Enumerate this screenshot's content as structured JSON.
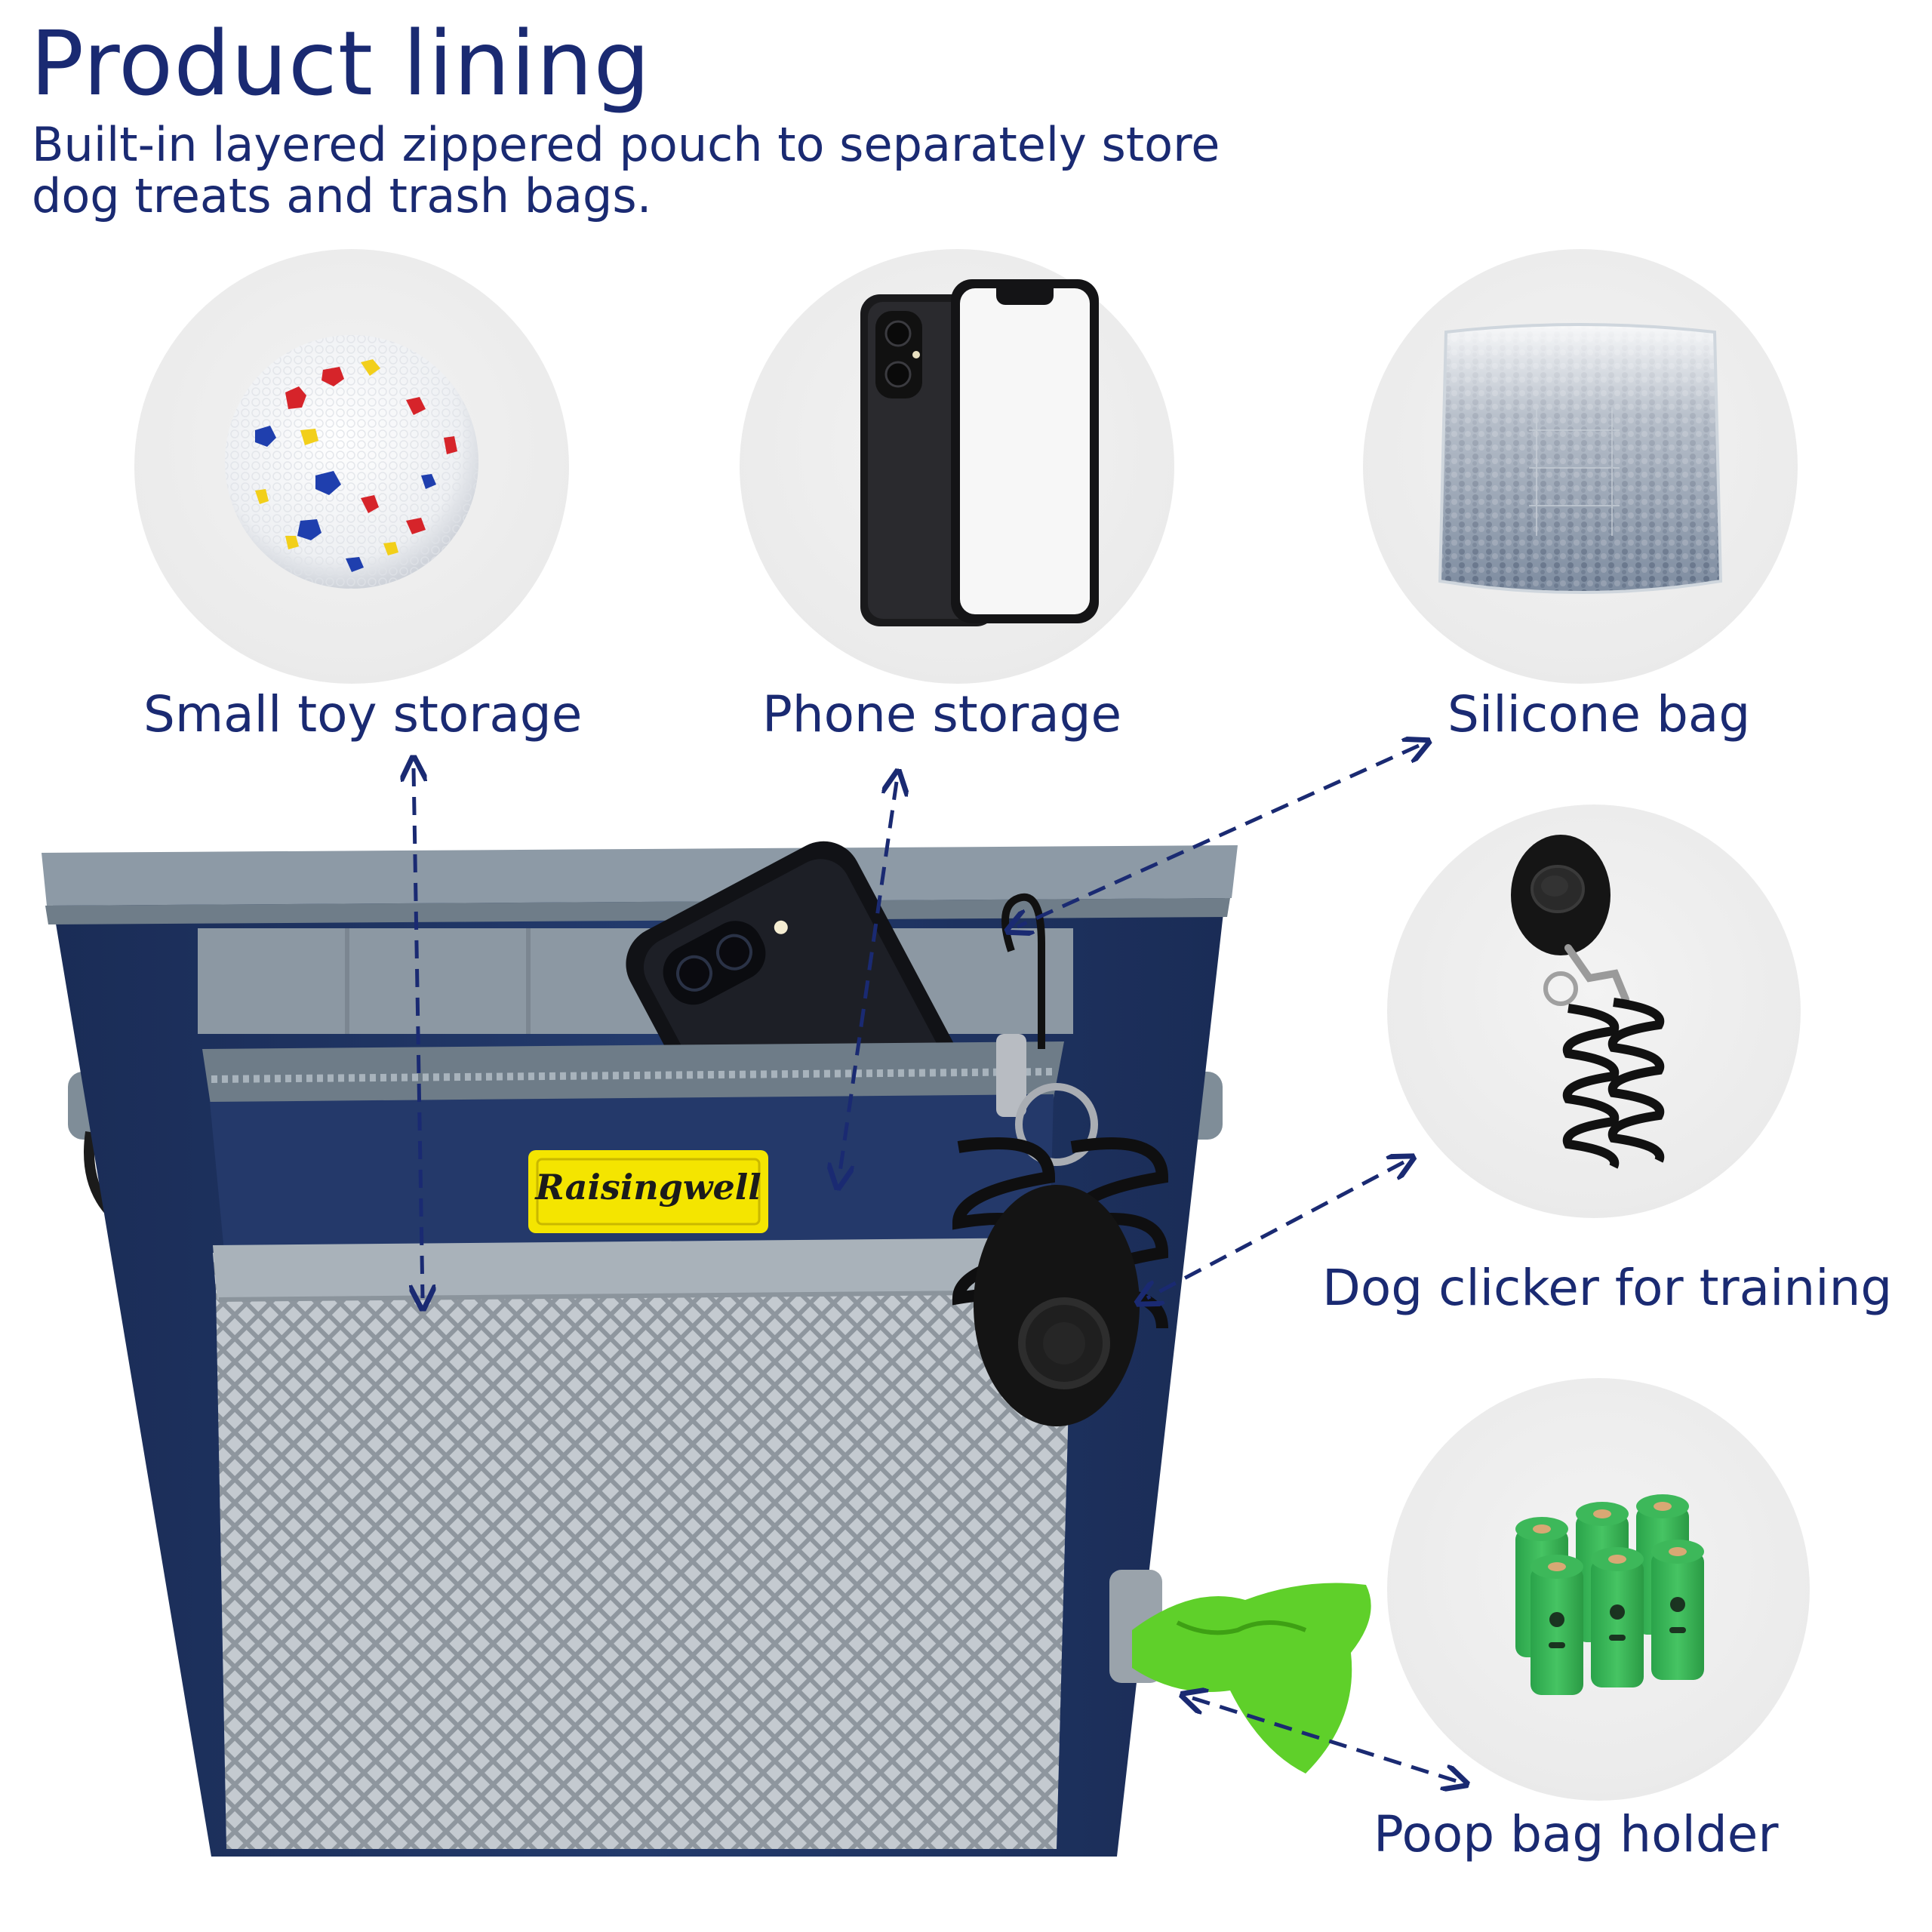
{
  "heading": {
    "title": "Product lining",
    "subtitle_line1": "Built-in layered zippered pouch to separately store",
    "subtitle_line2": "dog treats and trash bags."
  },
  "features": {
    "toy": {
      "label": "Small toy storage",
      "icon": "toy-ball-icon"
    },
    "phone": {
      "label": "Phone storage",
      "icon": "smartphone-icon"
    },
    "silicone": {
      "label": "Silicone bag",
      "icon": "silicone-bag-icon"
    },
    "clicker": {
      "label": "Dog clicker for training",
      "icon": "dog-clicker-icon"
    },
    "poop": {
      "label": "Poop bag holder",
      "icon": "poop-bag-rolls-icon"
    }
  },
  "product": {
    "brand_tag": "Raisingwell"
  },
  "colors": {
    "navy": "#1f3464",
    "text": "#1a2a72",
    "trim_gray": "#8d9aa6",
    "mesh_gray": "#b7bec5",
    "tag_yellow": "#f4e500",
    "bag_green": "#5fd02a"
  }
}
